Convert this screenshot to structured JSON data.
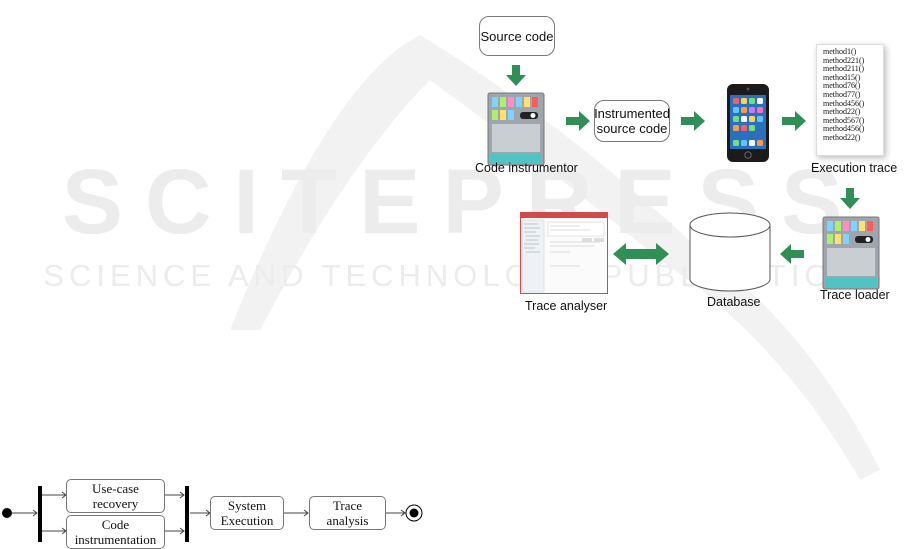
{
  "watermark": {
    "title": "SCITEPRESS",
    "subtitle": "SCIENCE AND TECHNOLOGY PUBLICATIONS"
  },
  "pipeline": {
    "source_code": "Source code",
    "code_instrumentor": "Code instrumentor",
    "instrumented_source": [
      "Instrumented",
      "source code"
    ],
    "execution_trace": "Execution trace",
    "trace_lines": [
      "method1()",
      "method221()",
      "method211()",
      "method15()",
      "method76()",
      "method77()",
      "method456()",
      "method22()",
      "method567()",
      "method456()",
      "method22()"
    ],
    "trace_loader": "Trace loader",
    "database": "Database",
    "trace_analyser": "Trace analyser"
  },
  "activity": {
    "use_case_recovery": [
      "Use-case",
      "recovery"
    ],
    "code_instrumentation": [
      "Code",
      "instrumentation"
    ],
    "system_execution": [
      "System",
      "Execution"
    ],
    "trace_analysis": [
      "Trace",
      "analysis"
    ]
  },
  "colors": {
    "arrow": "#2f8f55",
    "box_border": "#7a7a7a",
    "machine_body": "#9ea5ad",
    "machine_panel": "#4ec4c4",
    "watermark": "#ececec"
  }
}
